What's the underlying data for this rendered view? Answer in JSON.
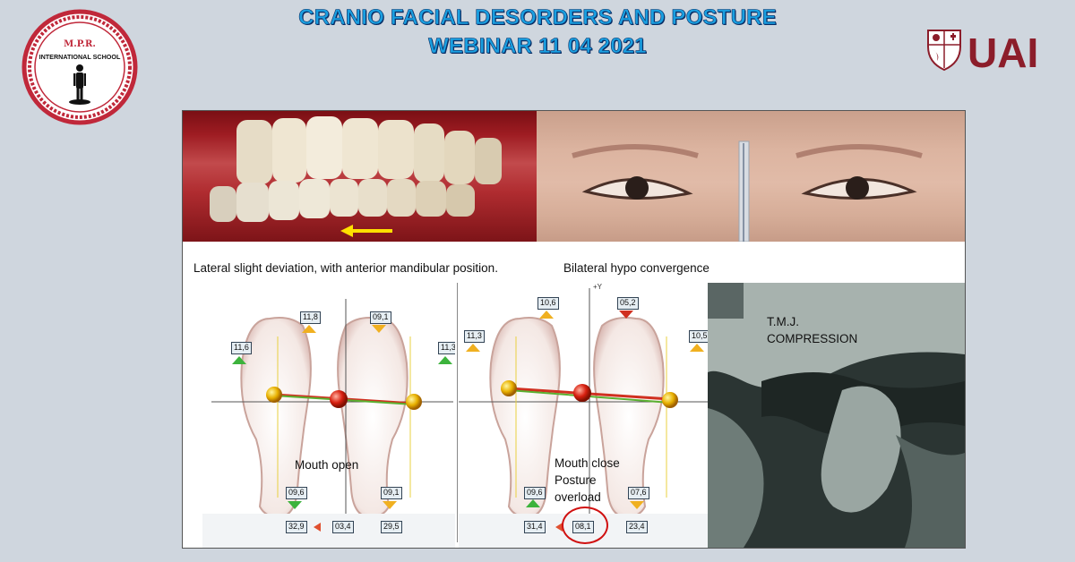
{
  "header": {
    "title_line1": "CRANIO FACIAL DESORDERS AND POSTURE",
    "title_line2": "WEBINAR 11 04 2021"
  },
  "logos": {
    "mpr_text": "M.P.R.",
    "mpr_subtitle": "INTERNATIONAL SCHOOL",
    "uai_text": "UAI"
  },
  "captions": {
    "left": "Lateral slight deviation, with anterior mandibular position.",
    "right": "Bilateral hypo convergence"
  },
  "chart_left": {
    "label": "Mouth open",
    "toe_left": "11,8",
    "toe_right": "09,1",
    "side_left": "11,6",
    "side_right": "11,3",
    "heel_left": "09,6",
    "heel_right": "09,1",
    "bottom_left": "32,9",
    "bottom_mid": "03,4",
    "bottom_right": "29,5"
  },
  "chart_right": {
    "label_line1": "Mouth close",
    "label_line2": "Posture",
    "label_line3": "overload",
    "axis_y": "+Y",
    "toe_left": "10,6",
    "toe_right": "05,2",
    "side_left": "11,3",
    "side_right": "10,5",
    "heel_left": "09,6",
    "heel_right": "07,6",
    "bottom_left": "31,4",
    "bottom_mid": "08,1",
    "bottom_right": "23,4"
  },
  "mri": {
    "label_line1": "T.M.J.",
    "label_line2": "COMPRESSION"
  },
  "colors": {
    "title": "#1a9fe0",
    "title_outline": "#0b2f66",
    "uai_red": "#8c1d2a",
    "mpr_red": "#c0283a"
  }
}
